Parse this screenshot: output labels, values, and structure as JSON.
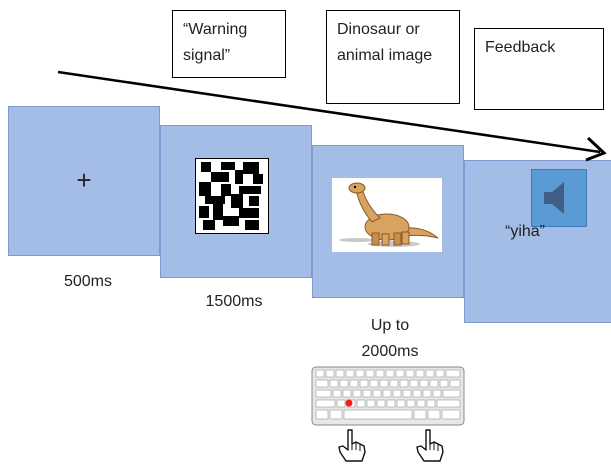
{
  "labels": {
    "warning": "“Warning signal”",
    "dinosaur": "Dinosaur or animal image",
    "feedback": "Feedback"
  },
  "panels": {
    "fixation_symbol": "+",
    "feedback_word": "“yiha”"
  },
  "durations": {
    "fixation": "500ms",
    "warning": "1500ms",
    "response": "Up to 2000ms"
  },
  "colors": {
    "panel_fill": "#a4bde6",
    "speaker_fill": "#5b9bd5",
    "arrow": "#000000"
  },
  "icons": [
    "speaker-icon",
    "dinosaur-image",
    "checkerboard-icon",
    "keyboard-icon",
    "pointing-hand-icon"
  ]
}
